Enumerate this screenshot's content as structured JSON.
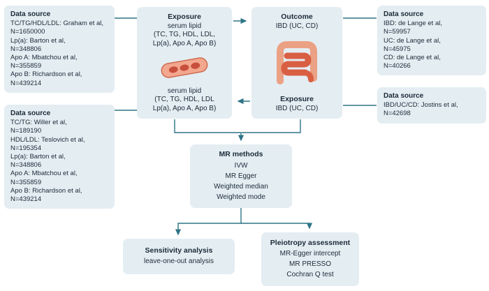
{
  "colors": {
    "box_bg": "#e4edf2",
    "text": "#1b2a38",
    "arrow": "#2e7486"
  },
  "boxes": {
    "ds_top_left": {
      "title": "Data source",
      "lines": [
        "TC/TG/HDL/LDL: Graham et al,",
        "N=1650000",
        "Lp(a): Barton et al,",
        "N=348806",
        "Apo A: Mbatchou et al,",
        "N=355859",
        "Apo B: Richardson et al,",
        "N=439214"
      ]
    },
    "ds_bottom_left": {
      "title": "Data source",
      "lines": [
        "TC/TG: Willer et al,",
        "N=189190",
        "HDL/LDL: Teslovich et al,",
        "N=195354",
        "Lp(a): Barton et al,",
        "N=348806",
        "Apo A: Mbatchou et al,",
        "N=355859",
        "Apo B: Richardson et al,",
        "N=439214"
      ]
    },
    "exposure": {
      "title": "Exposure",
      "top_lines": [
        "serum lipid",
        "(TC, TG, HDL, LDL,",
        "Lp(a), Apo A, Apo B)"
      ],
      "bottom_lines": [
        "serum lipid",
        "(TC, TG, HDL, LDL",
        "Lp(a), Apo A, Apo B)"
      ]
    },
    "outcome": {
      "title": "Outcome",
      "subtitle": "IBD (UC, CD)",
      "exposure_title": "Exposure",
      "exposure_subtitle": "IBD (UC, CD)"
    },
    "ds_right_top": {
      "title": "Data source",
      "lines": [
        "IBD: de Lange et al,",
        "N=59957",
        "UC: de Lange et al,",
        "N=45975",
        "CD: de Lange et al,",
        "N=40266"
      ]
    },
    "ds_right_bottom": {
      "title": "Data source",
      "lines": [
        "IBD/UC/CD: Jostins et al,",
        "N=42698"
      ]
    },
    "mr_methods": {
      "title": "MR methods",
      "lines": [
        "IVW",
        "MR Egger",
        "Weighted median",
        "Weighted mode"
      ]
    },
    "sensitivity": {
      "title": "Sensitivity analysis",
      "lines": [
        "leave-one-out analysis"
      ]
    },
    "pleiotropy": {
      "title": "Pleiotropy assessment",
      "lines": [
        "MR-Egger intercept",
        "MR PRESSO",
        "Cochran Q test"
      ]
    }
  }
}
